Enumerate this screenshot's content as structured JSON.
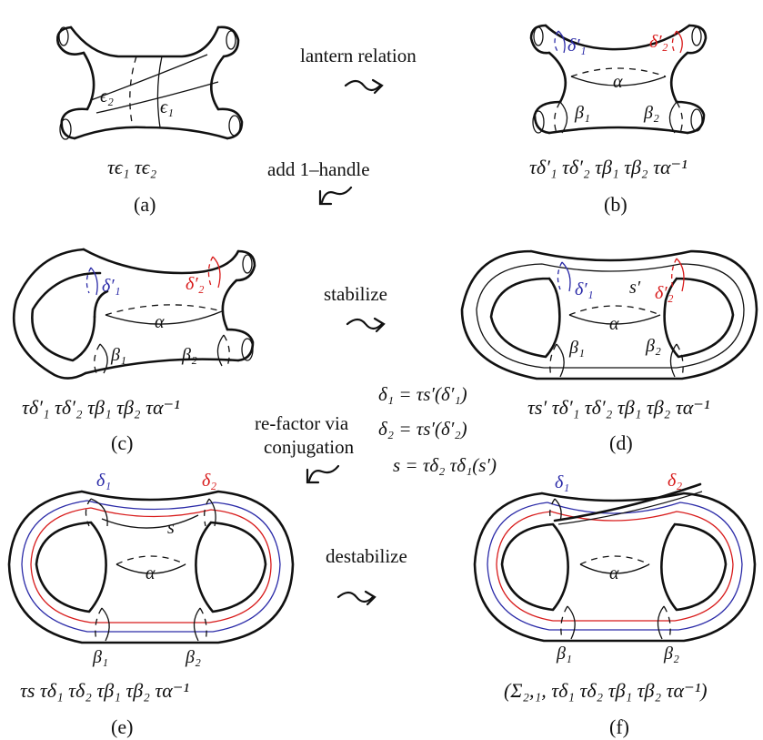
{
  "panels": {
    "a": {
      "sublabel": "(a)",
      "caption": "τϵ₁ τϵ₂",
      "curve_labels": [
        "ϵ₂",
        "ϵ₁"
      ]
    },
    "b": {
      "sublabel": "(b)",
      "caption": "τδ′₁ τδ′₂ τβ₁ τβ₂ τα⁻¹",
      "curve_labels": {
        "delta1p": "δ′₁",
        "delta2p": "δ′₂",
        "alpha": "α",
        "beta1": "β₁",
        "beta2": "β₂"
      }
    },
    "c": {
      "sublabel": "(c)",
      "caption": "τδ′₁ τδ′₂ τβ₁ τβ₂ τα⁻¹",
      "curve_labels": {
        "delta1p": "δ′₁",
        "delta2p": "δ′₂",
        "alpha": "α",
        "beta1": "β₁",
        "beta2": "β₂"
      }
    },
    "d": {
      "sublabel": "(d)",
      "caption": "τs′ τδ′₁ τδ′₂ τβ₁ τβ₂ τα⁻¹",
      "curve_labels": {
        "delta1p": "δ′₁",
        "delta2p": "δ′₂",
        "sprime": "s′",
        "alpha": "α",
        "beta1": "β₁",
        "beta2": "β₂"
      }
    },
    "e": {
      "sublabel": "(e)",
      "caption": "τs τδ₁ τδ₂ τβ₁ τβ₂ τα⁻¹",
      "curve_labels": {
        "delta1": "δ₁",
        "delta2": "δ₂",
        "s": "s",
        "alpha": "α",
        "beta1": "β₁",
        "beta2": "β₂"
      }
    },
    "f": {
      "sublabel": "(f)",
      "caption": "(Σ₂,₁, τδ₁ τδ₂ τβ₁ τβ₂ τα⁻¹)",
      "curve_labels": {
        "delta1": "δ₁",
        "delta2": "δ₂",
        "alpha": "α",
        "beta1": "β₁",
        "beta2": "β₂"
      }
    }
  },
  "arrows": {
    "lantern": "lantern relation",
    "add_handle": "add 1–handle",
    "stabilize": "stabilize",
    "refactor_line1": "re-factor via",
    "refactor_line2": "conjugation",
    "destabilize": "destabilize"
  },
  "equations": [
    "δ₁ = τs′(δ′₁)",
    "δ₂ = τs′(δ′₂)",
    "s = τδ₂ τδ₁(s′)"
  ],
  "colors": {
    "blue_curve": "#2b2ba8",
    "red_curve": "#d81b1b",
    "outline": "#111111"
  }
}
